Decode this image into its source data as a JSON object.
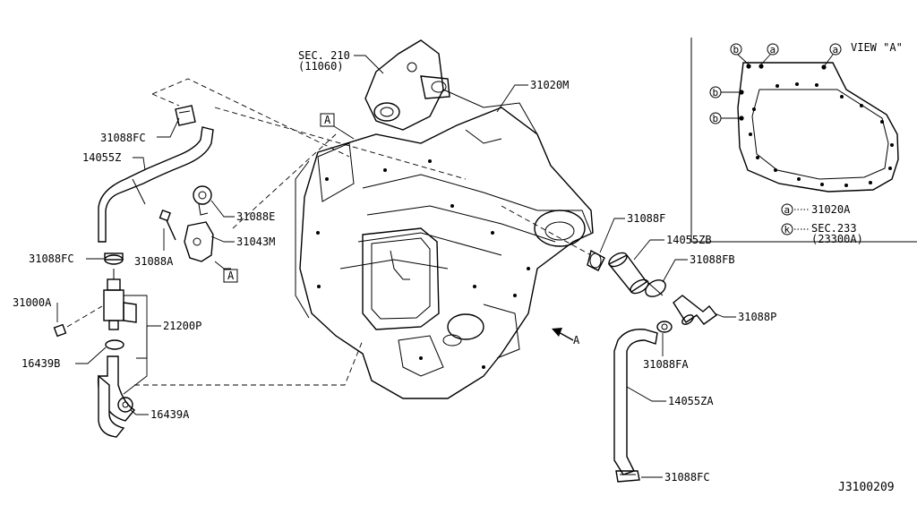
{
  "diagram_id": "J3100209",
  "callouts": {
    "sec210": "SEC. 210",
    "sec210_ref": "(11060)",
    "p31020M": "31020M",
    "p31088FC_top": "31088FC",
    "p14055Z": "14055Z",
    "p31088E": "31088E",
    "p31043M": "31043M",
    "p31088A": "31088A",
    "p31088FC_mid": "31088FC",
    "p31000A": "31000A",
    "p21200P": "21200P",
    "p16439B": "16439B",
    "p16439A": "16439A",
    "p31088F": "31088F",
    "p14055ZB": "14055ZB",
    "p31088FB": "31088FB",
    "p31088P": "31088P",
    "p31088FA": "31088FA",
    "p14055ZA": "14055ZA",
    "p31088FC_bot": "31088FC"
  },
  "ref_box": {
    "a": "A"
  },
  "arrow": {
    "label": "A"
  },
  "inset": {
    "title": "VIEW \"A\"",
    "marker_a": "a",
    "marker_b": "b",
    "legend": [
      {
        "key": "a",
        "text": "31020A"
      },
      {
        "key": "k",
        "text": "SEC.233"
      }
    ],
    "legend_sub": "(23300A)"
  }
}
